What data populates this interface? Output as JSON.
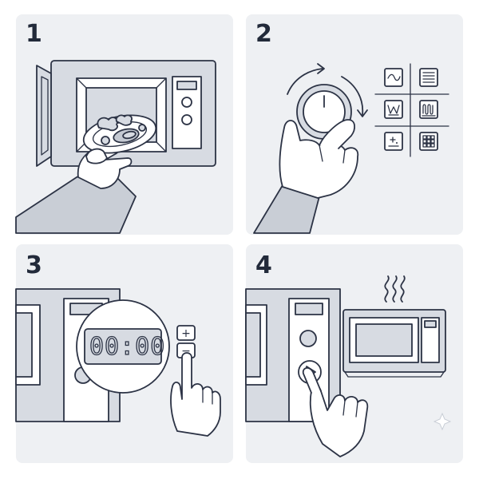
{
  "panels": [
    {
      "step": "1"
    },
    {
      "step": "2"
    },
    {
      "step": "3",
      "display": "00:00",
      "plus": "+",
      "minus": "−"
    },
    {
      "step": "4"
    }
  ],
  "colors": {
    "panel_background": "#eef0f3",
    "line": "#2c3345",
    "fill_light": "#d7dbe2",
    "fill_mid": "#c4c9d2"
  },
  "icons": [
    "wave-icon",
    "grill-icon",
    "weight-defrost-icon",
    "heat-element-icon",
    "sparkle-defrost-icon",
    "grid-icon"
  ]
}
